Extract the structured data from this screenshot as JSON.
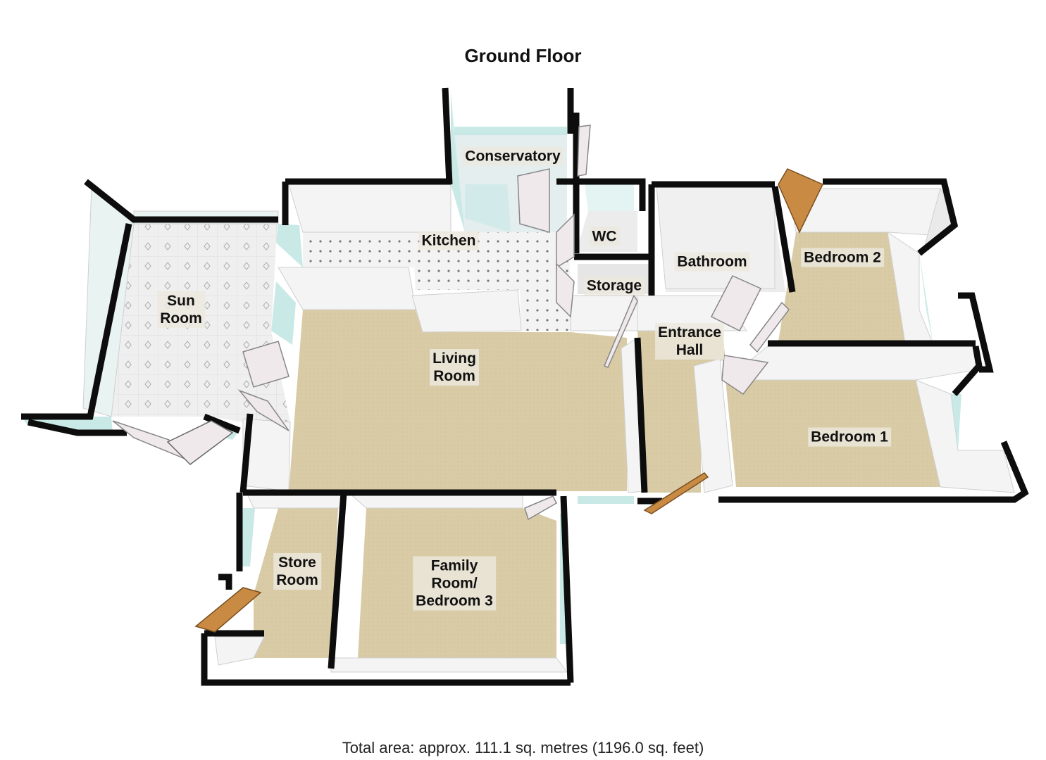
{
  "title": "Ground Floor",
  "footer": "Total area: approx. 111.1 sq. metres (1196.0 sq. feet)",
  "rooms": {
    "conservatory": "Conservatory",
    "kitchen": "Kitchen",
    "wc": "WC",
    "bathroom": "Bathroom",
    "bedroom_2": "Bedroom 2",
    "storage": "Storage",
    "sun_room": "Sun\nRoom",
    "living_room": "Living\nRoom",
    "entrance_hall": "Entrance\nHall",
    "bedroom_1": "Bedroom 1",
    "store_room": "Store\nRoom",
    "family_room": "Family\nRoom/\nBedroom 3"
  },
  "colors": {
    "wall": "#0d0d0d",
    "wall_face": "#f4f4f4",
    "carpet": "#d9cca7",
    "tile": "#eeeeee",
    "glass": "#bfe6e2",
    "door_wood": "#c98a44",
    "door_white": "#f0e9ec"
  }
}
